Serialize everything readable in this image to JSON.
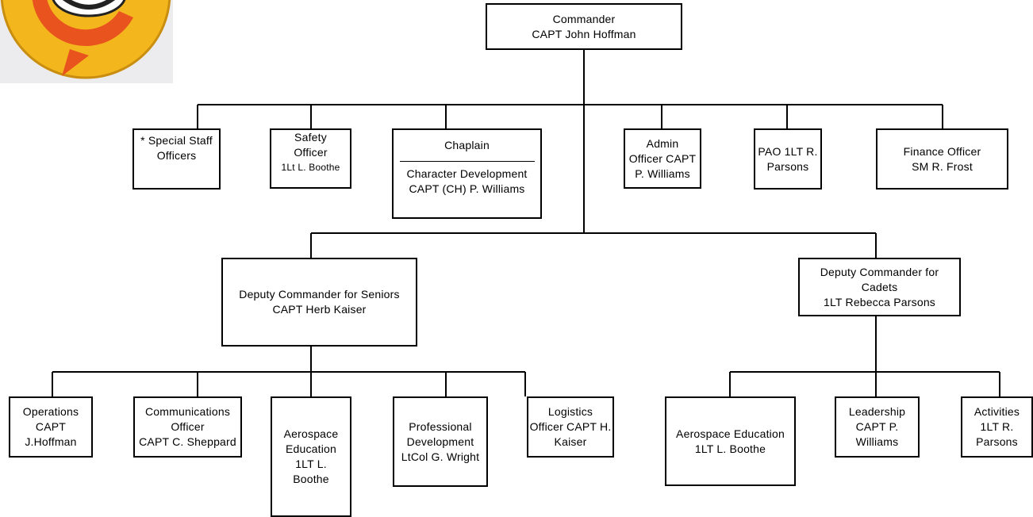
{
  "logo": {
    "icon": "cap-squadron-logo",
    "colors": {
      "outer": "#f3b71d",
      "inner": "#e9531e",
      "ring": "#222222"
    }
  },
  "colors": {
    "line": "#000000",
    "box_border": "#000000",
    "background": "#ffffff"
  },
  "commander": {
    "title": "Commander",
    "name": "CAPT John Hoffman"
  },
  "staff": {
    "special": [
      "* Special Staff",
      "Officers"
    ],
    "safety": [
      "Safety",
      "Officer",
      "1Lt L. Boothe"
    ],
    "chaplain": {
      "title": "Chaplain",
      "lines": [
        "Character Development",
        "CAPT (CH) P. Williams"
      ]
    },
    "admin": [
      "Admin",
      "Officer CAPT",
      "P. Williams"
    ],
    "pao": [
      "PAO 1LT R.",
      "Parsons"
    ],
    "finance": [
      "Finance Officer",
      "SM R. Frost"
    ]
  },
  "deputy_seniors": [
    "Deputy Commander for Seniors",
    "CAPT Herb Kaiser"
  ],
  "deputy_cadets": [
    "Deputy Commander for",
    "Cadets",
    "1LT Rebecca Parsons"
  ],
  "senior_staff": {
    "operations": [
      "Operations",
      "CAPT",
      "J.Hoffman"
    ],
    "communications": [
      "Communications",
      "Officer",
      "CAPT C. Sheppard"
    ],
    "aerospace": [
      "Aerospace",
      "Education",
      "1LT L.",
      "Boothe"
    ],
    "professional": [
      "Professional",
      "Development",
      "LtCol G. Wright"
    ],
    "logistics": [
      "Logistics",
      "Officer  CAPT H.",
      "Kaiser"
    ]
  },
  "cadet_staff": {
    "aerospace": [
      "Aerospace Education",
      "1LT L. Boothe"
    ],
    "leadership": [
      "Leadership",
      "CAPT P.",
      "Williams"
    ],
    "activities": [
      "Activities",
      "1LT R.",
      "Parsons"
    ]
  }
}
